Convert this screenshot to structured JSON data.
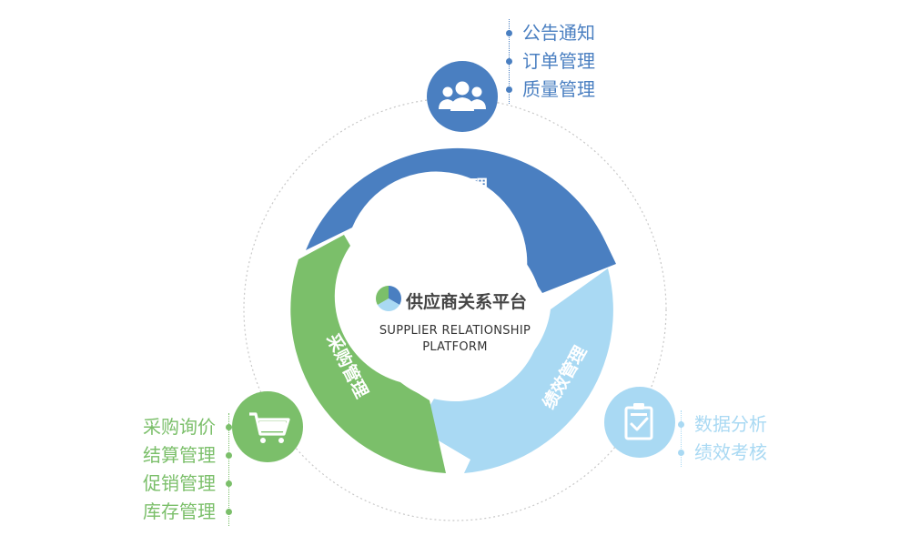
{
  "platform": {
    "title": "供应商关系平台",
    "subtitle_line1": "SUPPLIER RELATIONSHIP",
    "subtitle_line2": "PLATFORM"
  },
  "segments": {
    "collaboration": {
      "label": "协同管理",
      "color": "#4a7fc1"
    },
    "procurement": {
      "label": "采购管理",
      "color": "#7bbf6a"
    },
    "performance": {
      "label": "绩效管理",
      "color": "#a9d9f3"
    }
  },
  "features": {
    "collaboration": [
      "公告通知",
      "订单管理",
      "质量管理"
    ],
    "procurement": [
      "采购询价",
      "结算管理",
      "促销管理",
      "库存管理"
    ],
    "performance": [
      "数据分析",
      "绩效考核"
    ]
  },
  "icons": {
    "collaboration": "people-group-icon",
    "procurement": "shopping-cart-icon",
    "performance": "clipboard-check-icon"
  }
}
